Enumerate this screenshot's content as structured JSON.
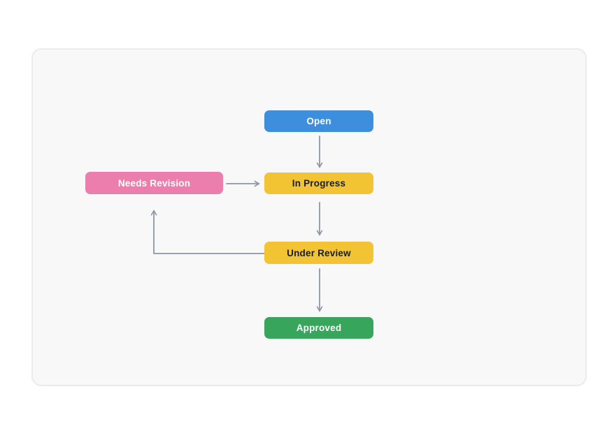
{
  "page": {
    "background": "#ffffff"
  },
  "card": {
    "background": "#f8f8f8",
    "border_color": "#ebebeb"
  },
  "diagram": {
    "type": "flowchart",
    "description": "status-workflow",
    "arrow_color": "#8c96a4",
    "nodes": [
      {
        "id": "open",
        "label": "Open",
        "fill": "#3d8edd",
        "text_color": "#ffffff"
      },
      {
        "id": "in_progress",
        "label": "In Progress",
        "fill": "#f2c433",
        "text_color": "#1a1e24"
      },
      {
        "id": "needs_revision",
        "label": "Needs Revision",
        "fill": "#ec7eae",
        "text_color": "#ffffff"
      },
      {
        "id": "under_review",
        "label": "Under Review",
        "fill": "#f2c433",
        "text_color": "#1a1e24"
      },
      {
        "id": "approved",
        "label": "Approved",
        "fill": "#38a55c",
        "text_color": "#ffffff"
      }
    ],
    "edges": [
      {
        "from": "open",
        "to": "in_progress"
      },
      {
        "from": "needs_revision",
        "to": "in_progress"
      },
      {
        "from": "in_progress",
        "to": "under_review"
      },
      {
        "from": "under_review",
        "to": "needs_revision"
      },
      {
        "from": "under_review",
        "to": "approved"
      }
    ]
  }
}
